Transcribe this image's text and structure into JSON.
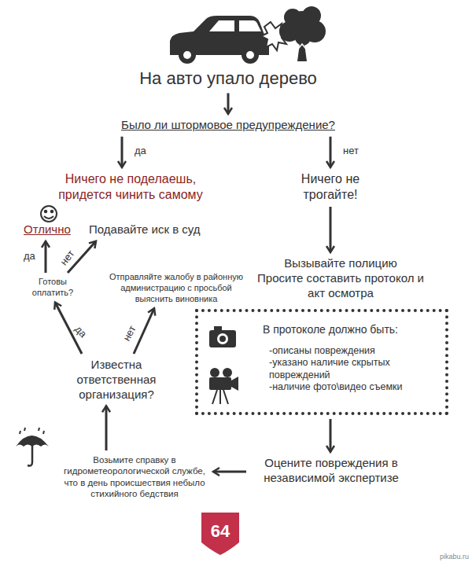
{
  "diagram": {
    "nodes": [
      {
        "text": [
          "На авто упало дерево"
        ]
      },
      {
        "text": [
          "Было ли штормовое предупреждение?"
        ]
      },
      {
        "text": [
          "Ничего не поделаешь, придется чинить самому"
        ]
      },
      {
        "text": [
          "Ничего не трогайте!"
        ]
      },
      {
        "text": [
          "Отлично"
        ]
      },
      {
        "text": [
          "Подавайте иск в суд"
        ]
      },
      {
        "text": [
          "Вызывайте полицию",
          "Просите составить протокол и акт осмотра"
        ]
      },
      {
        "text": [
          "Готовы оплатить?"
        ]
      },
      {
        "text": [
          "Отправляйте жалобу в районную администрацию с просьбой выяснить виновника"
        ]
      },
      {
        "text": [
          "В протоколе должно быть:",
          "-описаны повреждения",
          "-указано наличие скрытых повреждений",
          "-наличие фото\\видео съемки"
        ]
      },
      {
        "text": [
          "Известна ответственная организация?"
        ]
      },
      {
        "text": [
          "Оцените повреждения в независимой экспертизе"
        ]
      },
      {
        "text": [
          "Возьмите справку в гидрометеорологической службе, что в день происшествия небыло стихийного бедствия"
        ]
      }
    ],
    "edges": [
      {
        "from": 0,
        "to": 1,
        "arrow": "to"
      },
      {
        "from": 1,
        "to": 2,
        "label": "да",
        "arrow": "to"
      },
      {
        "from": 1,
        "to": 3,
        "label": "нет",
        "arrow": "to"
      },
      {
        "from": 3,
        "to": 6,
        "arrow": "to"
      },
      {
        "from": 9,
        "to": 11,
        "arrow": "to"
      },
      {
        "from": 11,
        "to": 12,
        "arrow": "to"
      },
      {
        "from": 12,
        "to": 10,
        "arrow": "to"
      },
      {
        "from": 10,
        "to": 7,
        "label": "да",
        "arrow": "to"
      },
      {
        "from": 10,
        "to": 8,
        "label": "нет",
        "arrow": "to"
      },
      {
        "from": 7,
        "to": 4,
        "label": "да",
        "arrow": "to"
      },
      {
        "from": 7,
        "to": 5,
        "label": "нет",
        "arrow": "to"
      }
    ],
    "labels": [
      "64",
      "pikabu.ru"
    ]
  }
}
